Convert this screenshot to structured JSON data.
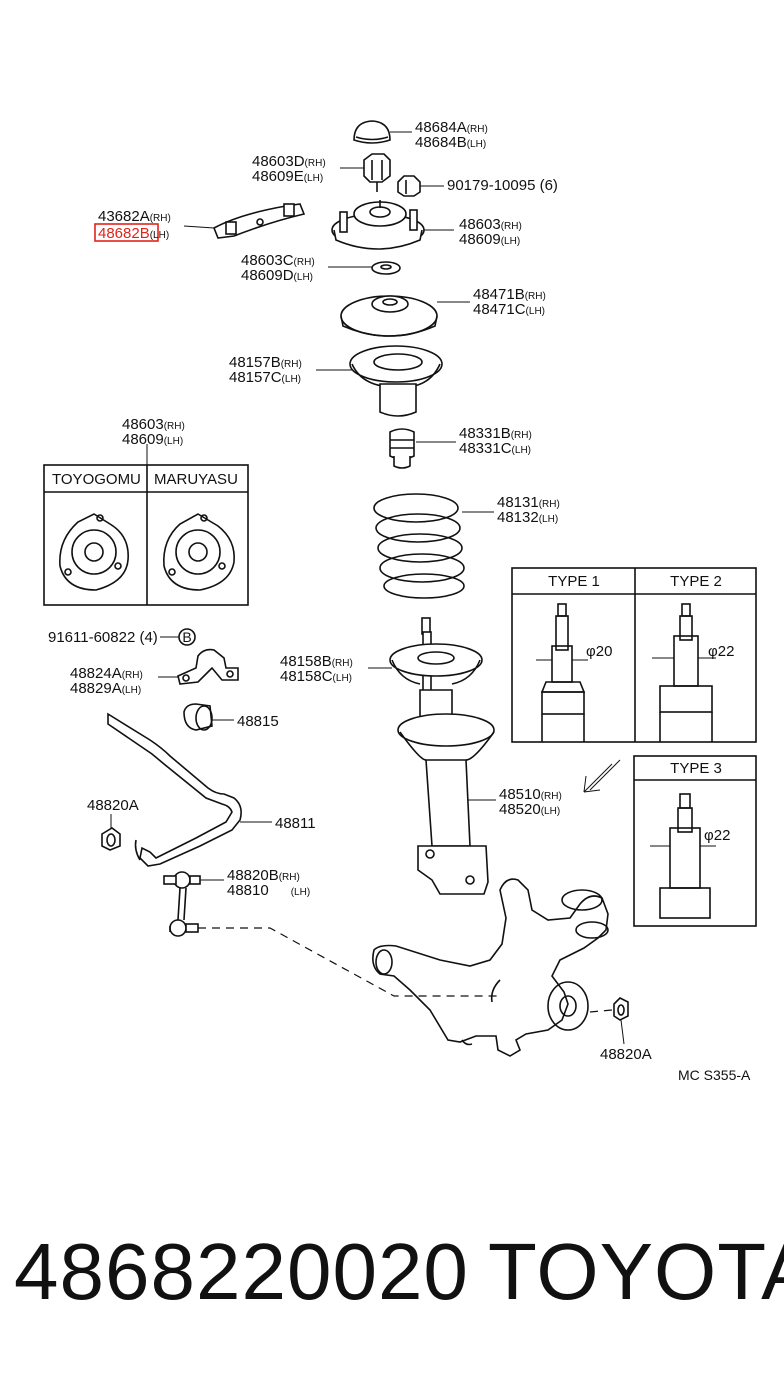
{
  "callouts": {
    "c48684": {
      "line1": "48684A",
      "sfx1": "(RH)",
      "line2": "48684B",
      "sfx2": "(LH)"
    },
    "c48603d": {
      "line1": "48603D",
      "sfx1": "(RH)",
      "line2": "48609E",
      "sfx2": "(LH)"
    },
    "c90179": {
      "line1": "90179-10095 (6)"
    },
    "c43682": {
      "line1": "43682A",
      "sfx1": "(RH)",
      "line2": "48682B",
      "sfx2": "(LH)"
    },
    "c48603": {
      "line1": "48603",
      "sfx1": "(RH)",
      "line2": "48609",
      "sfx2": "(LH)"
    },
    "c48603c": {
      "line1": "48603C",
      "sfx1": "(RH)",
      "line2": "48609D",
      "sfx2": "(LH)"
    },
    "c48471": {
      "line1": "48471B",
      "sfx1": "(RH)",
      "line2": "48471C",
      "sfx2": "(LH)"
    },
    "c48157": {
      "line1": "48157B",
      "sfx1": "(RH)",
      "line2": "48157C",
      "sfx2": "(LH)"
    },
    "c48603m": {
      "line1": "48603",
      "sfx1": "(RH)",
      "line2": "48609",
      "sfx2": "(LH)"
    },
    "c48331": {
      "line1": "48331B",
      "sfx1": "(RH)",
      "line2": "48331C",
      "sfx2": "(LH)"
    },
    "c48131": {
      "line1": "48131",
      "sfx1": "(RH)",
      "line2": "48132",
      "sfx2": "(LH)"
    },
    "c91611": {
      "line1": "91611-60822 (4)"
    },
    "c48824": {
      "line1": "48824A",
      "sfx1": "(RH)",
      "line2": "48829A",
      "sfx2": "(LH)"
    },
    "c48815": {
      "line1": "48815"
    },
    "c48158": {
      "line1": "48158B",
      "sfx1": "(RH)",
      "line2": "48158C",
      "sfx2": "(LH)"
    },
    "c48820a": {
      "line1": "48820A"
    },
    "c48811": {
      "line1": "48811"
    },
    "c48510": {
      "line1": "48510",
      "sfx1": "(RH)",
      "line2": "48520",
      "sfx2": "(LH)"
    },
    "c48820b": {
      "line1": "48820B",
      "sfx1": "(RH)",
      "line2": "48810",
      "sfx2": "(LH)"
    },
    "c48820a2": {
      "line1": "48820A"
    }
  },
  "highlight": {
    "part_number": "48682B",
    "color": "#e0241b"
  },
  "mount_box": {
    "left_label": "TOYOGOMU",
    "right_label": "MARUYASU"
  },
  "type_box": {
    "type1": {
      "title": "TYPE 1",
      "diameter": "φ20"
    },
    "type2": {
      "title": "TYPE 2",
      "diameter": "φ22"
    },
    "type3": {
      "title": "TYPE 3",
      "diameter": "φ22"
    }
  },
  "marker_b": "B",
  "diagram_ref": "MC S355-A",
  "footer": {
    "part_number": "4868220020",
    "brand": "TOYOTA"
  }
}
